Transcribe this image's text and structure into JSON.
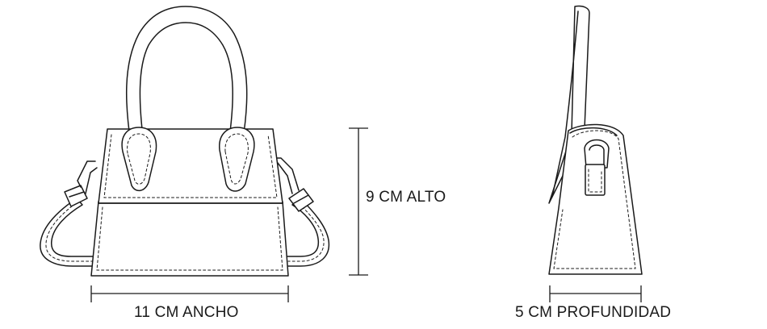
{
  "dimensions": {
    "width_label": "11 CM ANCHO",
    "height_label": "9 CM ALTO",
    "depth_label": "5 CM PROFUNDIDAD"
  },
  "colors": {
    "line": "#1a1a1a",
    "background": "#ffffff"
  }
}
